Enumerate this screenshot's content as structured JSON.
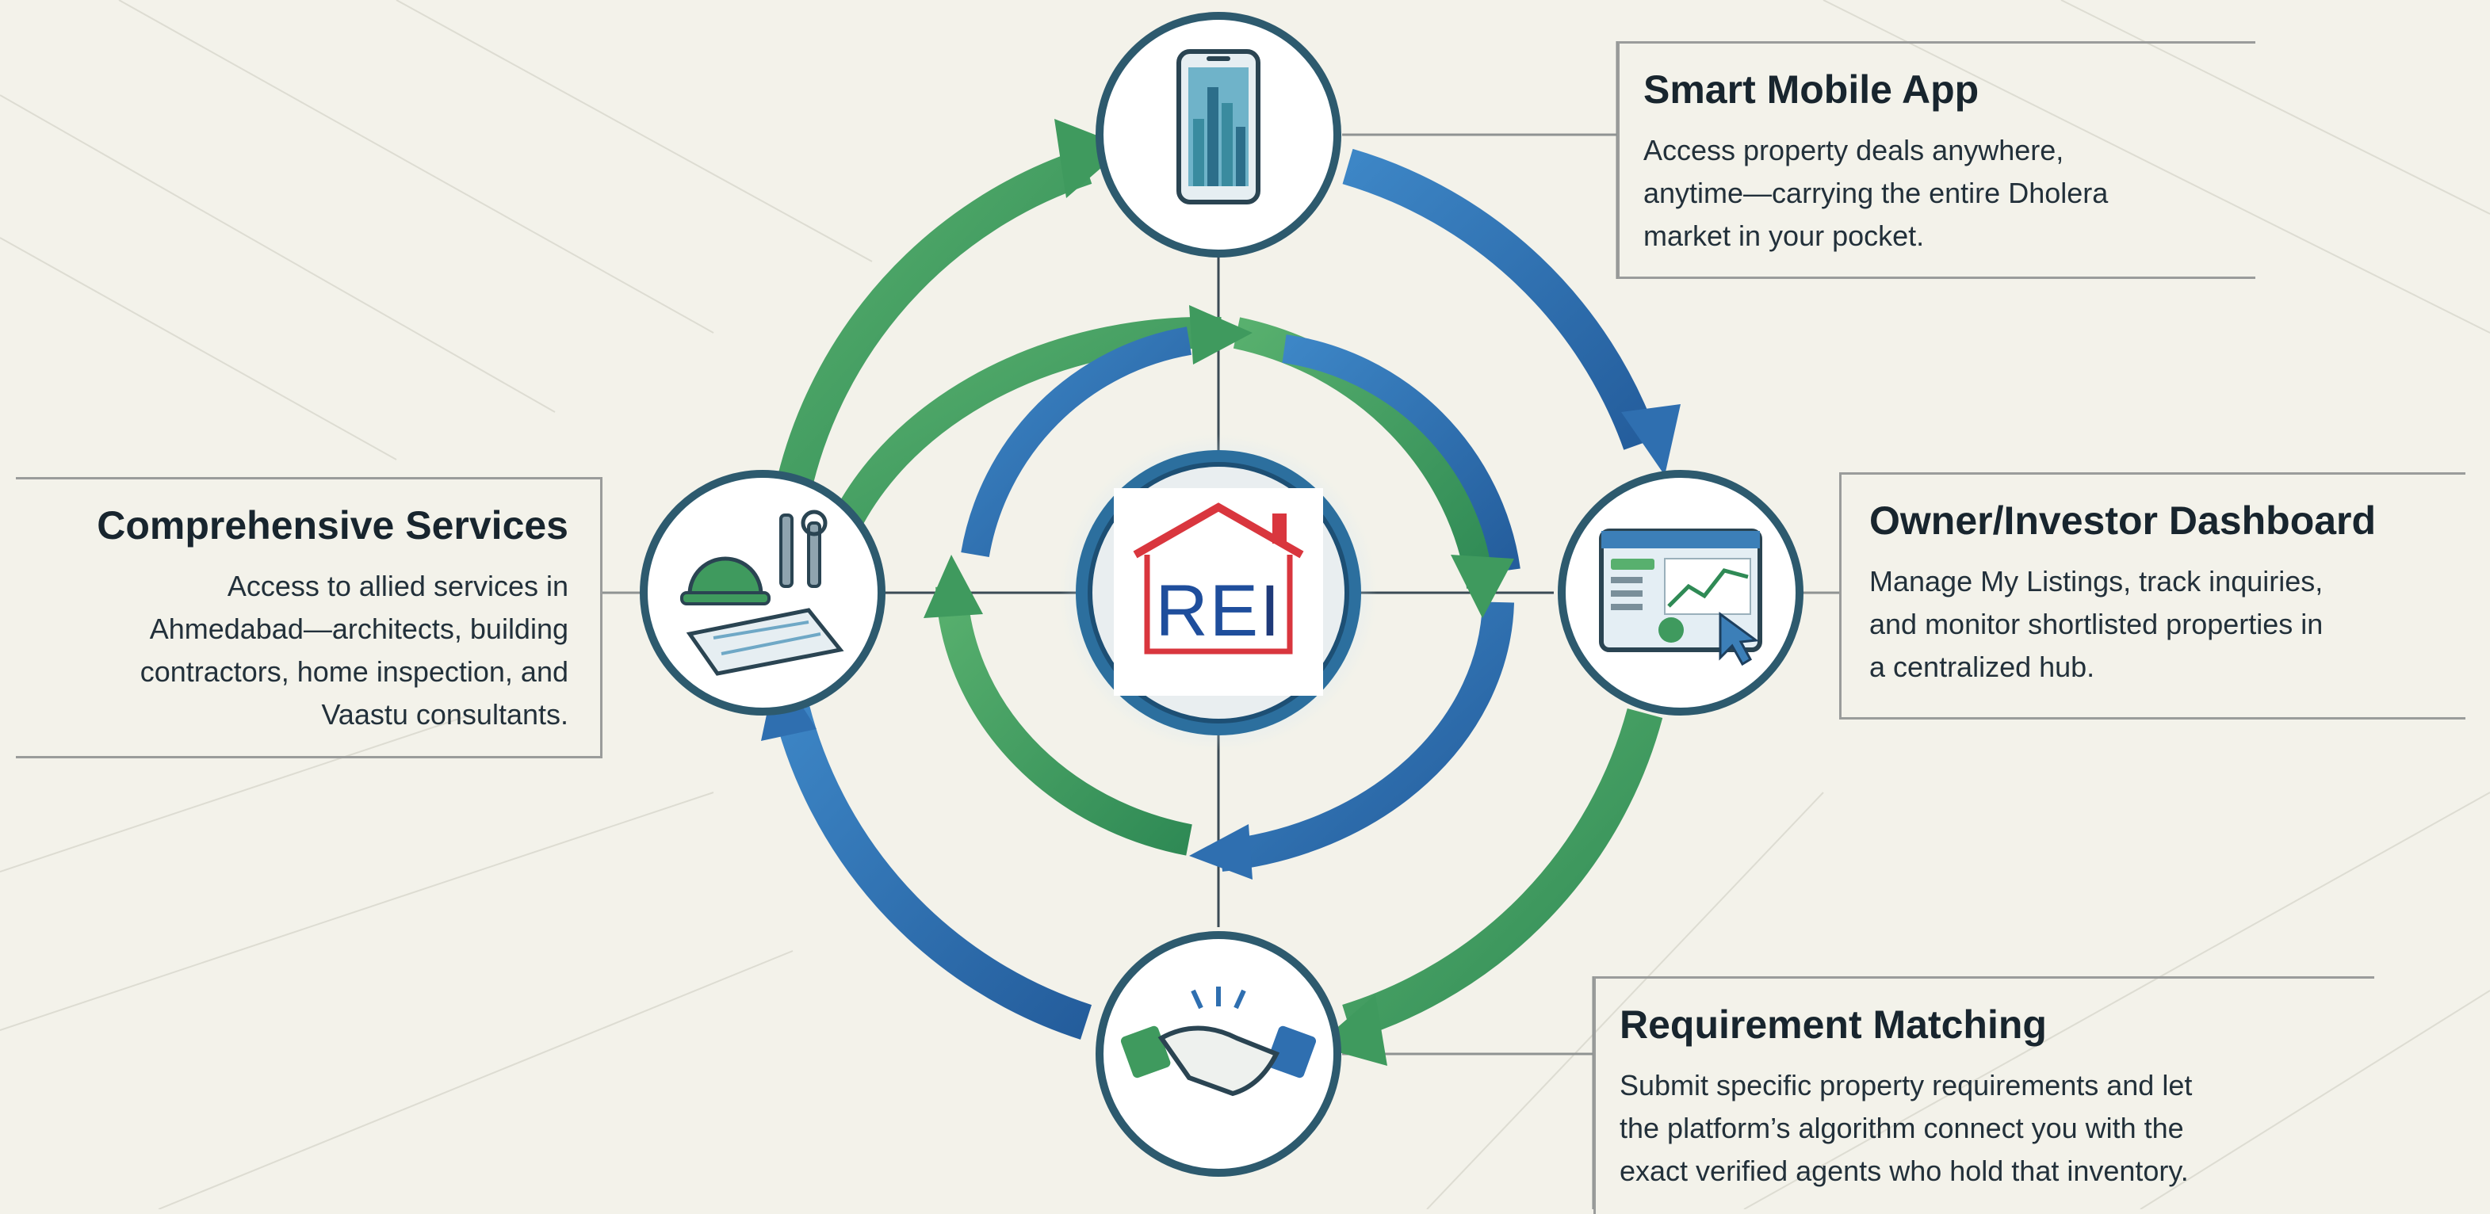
{
  "nodes": {
    "smart_mobile_app": {
      "icon": "smartphone-city-icon",
      "title": "Smart Mobile App",
      "lines": [
        "Access property deals anywhere,",
        "anytime—carrying the entire Dholera",
        "market in your pocket."
      ]
    },
    "owner_dashboard": {
      "icon": "dashboard-chart-icon",
      "title": "Owner/Investor Dashboard",
      "lines": [
        "Manage My Listings, track inquiries,",
        "and monitor shortlisted properties in",
        "a centralized hub."
      ]
    },
    "requirement_matching": {
      "icon": "handshake-icon",
      "title": "Requirement Matching",
      "lines": [
        "Submit specific property requirements and let",
        "the platform’s algorithm connect you with the",
        "exact verified agents who hold that inventory."
      ]
    },
    "comprehensive_services": {
      "icon": "construction-tools-icon",
      "title": "Comprehensive Services",
      "lines": [
        "Access to allied services in",
        "Ahmedabad—architects, building",
        "contractors, home inspection, and",
        "Vaastu consultants."
      ]
    }
  },
  "center_logo": {
    "text_part1": "RE",
    "text_part2": "I",
    "icon": "house-roof-logo-icon"
  },
  "colors": {
    "background": "#f3f2ea",
    "arrow_green": "#3f9a5e",
    "arrow_blue": "#2f6fb0",
    "node_ring": "#2d5a6e",
    "logo_red": "#d9363e",
    "logo_blue": "#1f4e9c"
  }
}
